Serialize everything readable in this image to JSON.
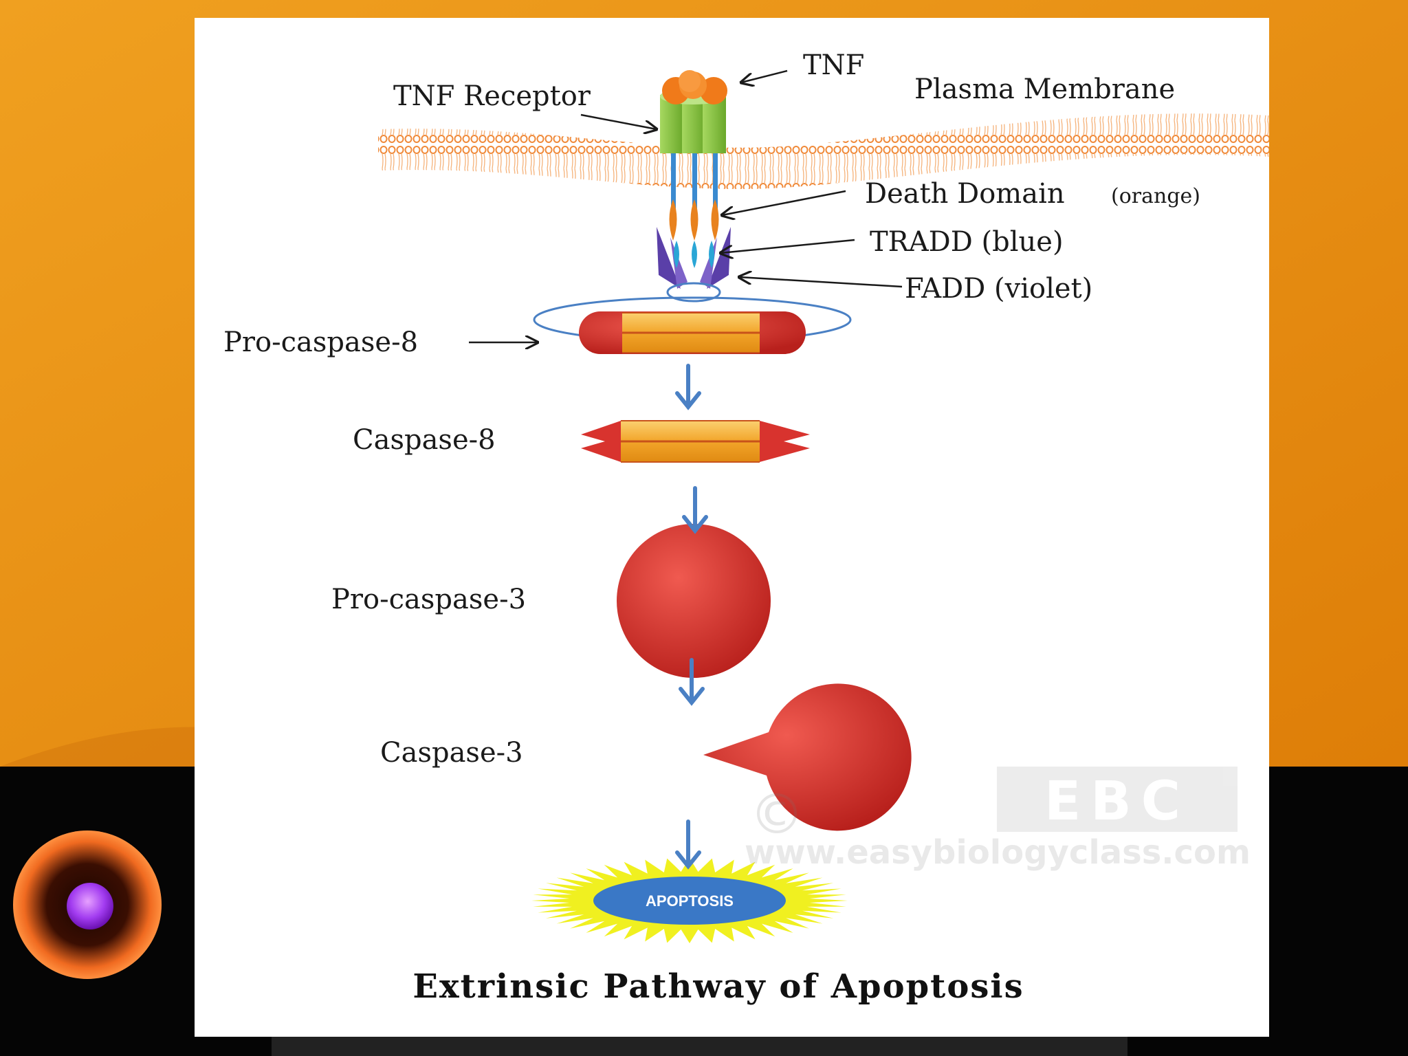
{
  "diagram": {
    "title": "Extrinsic Pathway of Apoptosis",
    "labels": {
      "tnf": "TNF",
      "tnf_receptor": "TNF Receptor",
      "plasma_membrane": "Plasma Membrane",
      "death_domain": "Death Domain",
      "death_domain_note": "(orange)",
      "tradd": "TRADD (blue)",
      "fadd": "FADD (violet)",
      "pro_caspase_8": "Pro-caspase-8",
      "caspase_8": "Caspase-8",
      "pro_caspase_3": "Pro-caspase-3",
      "caspase_3": "Caspase-3",
      "apoptosis": "APOPTOSIS"
    },
    "watermark": {
      "copyright": "©",
      "brand": "EBC",
      "url": "www.easybiologyclass.com"
    }
  },
  "colors": {
    "background_orange": "#e8920e",
    "background_black": "#050505",
    "membrane": "#f0a050",
    "receptor_green": "#8cc63e",
    "tnf_orange": "#f07a1a",
    "death_domain_orange": "#e8821e",
    "tradd_blue": "#2aa6d6",
    "fadd_violet": "#6a4db0",
    "caspase_red": "#d8332e",
    "caspase_gold": "#f4b033",
    "arrow_blue": "#4a80c4",
    "apoptosis_yellow": "#f0f020",
    "apoptosis_blue": "#3a78c6"
  }
}
